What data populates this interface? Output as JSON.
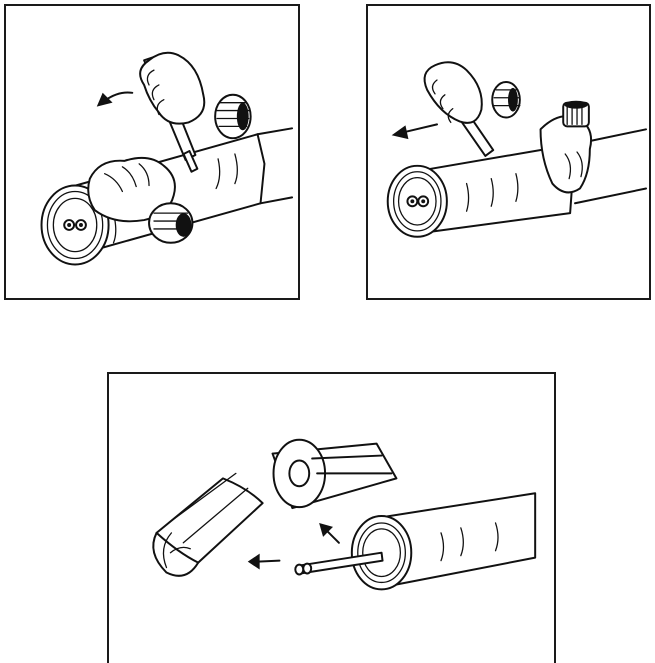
{
  "figure": {
    "panels": [
      {
        "id": "step-1",
        "icons": [
          "insulated-pipe",
          "gloved-hand-holding-knife",
          "gloved-hand-holding-pipe",
          "direction-arrow-left"
        ]
      },
      {
        "id": "step-2",
        "icons": [
          "insulated-pipe",
          "gloved-hand-holding-knife",
          "gloved-hand-holding-pipe",
          "direction-arrow-left"
        ]
      },
      {
        "id": "step-3",
        "icons": [
          "insulated-pipe-stripped",
          "inner-tubes",
          "removed-outer-jacket",
          "removed-foam-insulation",
          "direction-arrow-left",
          "direction-arrow-up-left"
        ]
      }
    ],
    "colors": {
      "ink": "#111111",
      "background": "#ffffff"
    }
  }
}
